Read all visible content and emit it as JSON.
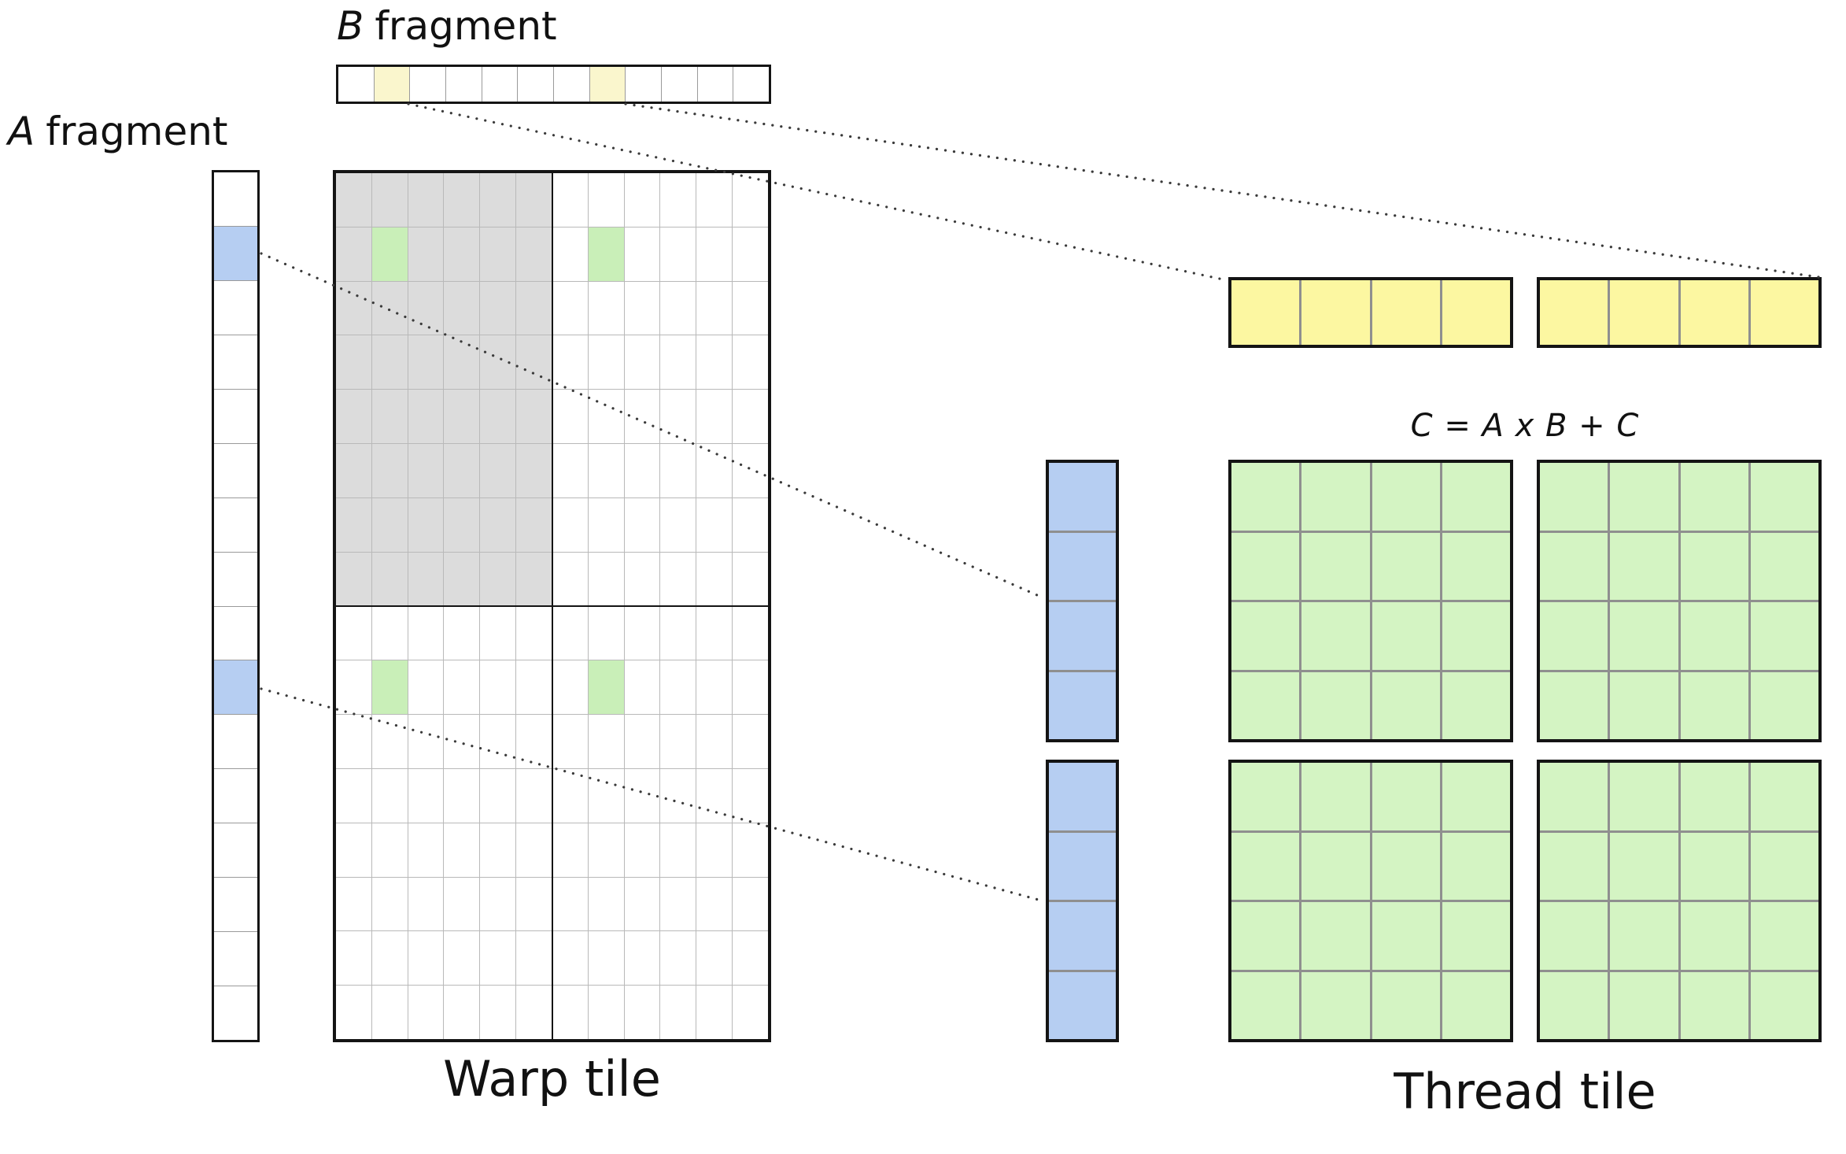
{
  "labels": {
    "a_letter": "A",
    "b_letter": "B",
    "fragment_word": "fragment",
    "warp_tile": "Warp tile",
    "thread_tile": "Thread tile",
    "equation": "C = A x B + C"
  },
  "colors": {
    "highlight_yellow_pale": "#FAF6CD",
    "highlight_yellow_bright": "#FCF7A1",
    "highlight_blue": "#B6CEF2",
    "highlight_green": "#D4F4C3",
    "shaded_gray": "#DCDCDC",
    "grid_line_light": "#B9B9B9",
    "grid_line_dark": "#8F8F8F",
    "border_black": "#141414"
  },
  "grids": {
    "b_fragment_strip": {
      "rows": 1,
      "cols": 12,
      "line_width": 1,
      "line_color": "#9A9A9A",
      "fill": "#FFFFFF",
      "highlights": [
        {
          "color": "#FAF6CD",
          "cells": [
            [
              0,
              1
            ],
            [
              0,
              7
            ]
          ]
        }
      ]
    },
    "a_fragment_strip": {
      "rows": 16,
      "cols": 1,
      "line_width": 1,
      "line_color": "#9A9A9A",
      "fill": "#FFFFFF",
      "highlights": [
        {
          "color": "#B6CEF2",
          "cells": [
            [
              1,
              0
            ],
            [
              9,
              0
            ]
          ]
        }
      ]
    },
    "warp_tile": {
      "rows": 16,
      "cols": 12,
      "line_width": 1,
      "line_color": "#B9B9B9",
      "fill": "#FFFFFF",
      "shaded_region": {
        "row_start": 0,
        "row_end": 7,
        "col_start": 0,
        "col_end": 5,
        "color": "#DCDCDC"
      },
      "highlights": [
        {
          "color": "#C9EFB8",
          "cells": [
            [
              1,
              1
            ],
            [
              1,
              7
            ],
            [
              9,
              1
            ],
            [
              9,
              7
            ]
          ]
        }
      ]
    },
    "b_zoom": {
      "rows": 1,
      "cols": 4,
      "line_width": 3,
      "line_color": "#8F8F8F",
      "fill": "#FCF7A1"
    },
    "a_zoom": {
      "rows": 4,
      "cols": 1,
      "line_width": 3,
      "line_color": "#8F8F8F",
      "fill": "#B6CEF2"
    },
    "thread_tile": {
      "rows": 4,
      "cols": 4,
      "line_width": 3,
      "line_color": "#8F8F8F",
      "fill": "#D4F4C3"
    }
  }
}
